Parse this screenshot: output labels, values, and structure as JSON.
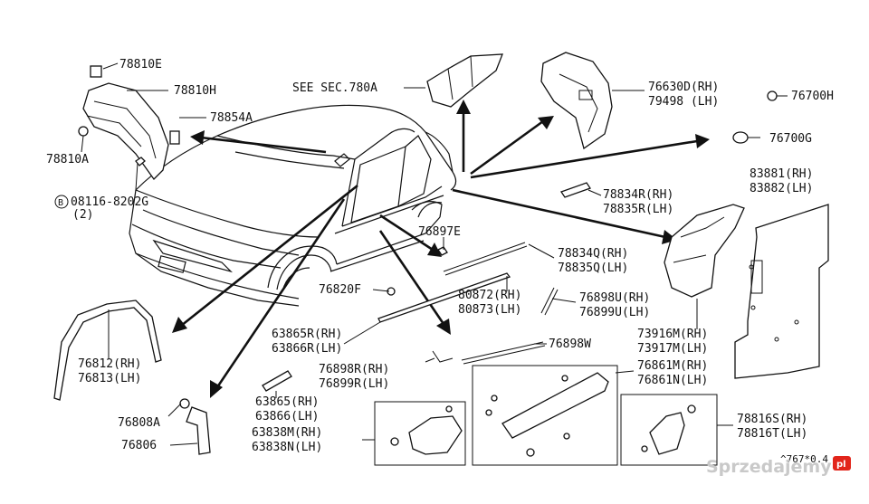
{
  "callouts": {
    "p78810e": "78810E",
    "p78810h": "78810H",
    "p78854a": "78854A",
    "p78810a": "78810A",
    "bolt_line1": "08116-8202G",
    "bolt_line2": "(2)",
    "bolt_symbol": "B",
    "see_sec": "SEE SEC.780A",
    "p76630": "76630D(RH)",
    "p79498": "79498 (LH)",
    "p76700h": "76700H",
    "p76700g": "76700G",
    "p83881": "83881(RH)",
    "p83882": "83882(LH)",
    "p78834r": "78834R(RH)",
    "p78835r": "78835R(LH)",
    "p76897e": "76897E",
    "p78834q": "78834Q(RH)",
    "p78835q": "78835Q(LH)",
    "p80872": "80872(RH)",
    "p80873": "80873(LH)",
    "p76820f": "76820F",
    "p76898u": "76898U(RH)",
    "p76899u": "76899U(LH)",
    "p73916m": "73916M(RH)",
    "p73917m": "73917M(LH)",
    "p63865r": "63865R(RH)",
    "p63866r": "63866R(LH)",
    "p76898w": "76898W",
    "p76812": "76812(RH)",
    "p76813": "76813(LH)",
    "p76898r": "76898R(RH)",
    "p76899r": "76899R(LH)",
    "p76861m": "76861M(RH)",
    "p76861n": "76861N(LH)",
    "p63865": "63865(RH)",
    "p63866": "63866(LH)",
    "p76808a": "76808A",
    "p63838m": "63838M(RH)",
    "p63838n": "63838N(LH)",
    "p78816s": "78816S(RH)",
    "p78816t": "78816T(LH)",
    "p76806": "76806",
    "ref_code": "^767*0.4"
  },
  "watermark": {
    "text": "Sprzedajemy",
    "badge": "pl",
    "badge_color": "#e2251b"
  }
}
